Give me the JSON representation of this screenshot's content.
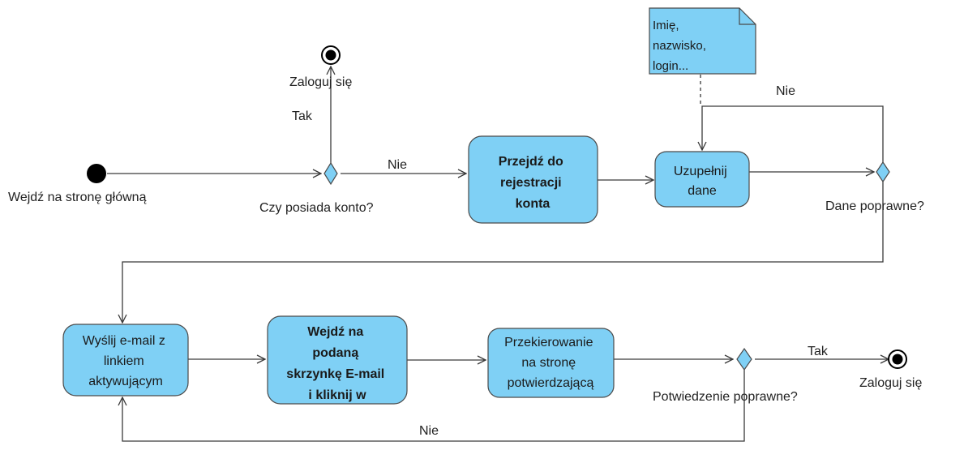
{
  "colors": {
    "activity_fill": "#7fd0f5",
    "activity_stroke": "#4a4a4a",
    "note_fill": "#7fd0f5",
    "line": "#3a3a3a",
    "node": "#000000"
  },
  "nodes": {
    "start": {
      "label": "Wejdź na stronę główną"
    },
    "decision_account": {
      "label": "Czy posiada konto?"
    },
    "end_top": {
      "label": "Zaloguj się"
    },
    "act_register": {
      "lines": [
        "Przejdź do",
        "rejestracji",
        "konta"
      ]
    },
    "act_fill": {
      "lines": [
        "Uzupełnij",
        "dane"
      ]
    },
    "decision_data": {
      "label": "Dane poprawne?"
    },
    "act_send_email": {
      "lines": [
        "Wyślij e-mail z",
        "linkiem",
        "aktywującym"
      ]
    },
    "act_go_inbox": {
      "lines": [
        "Wejdź na",
        "podaną",
        "skrzynkę E-mail",
        "i kliknij w"
      ]
    },
    "act_redirect": {
      "lines": [
        "Przekierowanie",
        "na stronę",
        "potwierdzającą"
      ]
    },
    "decision_confirm": {
      "label": "Potwiedzenie poprawne?"
    },
    "end_bottom": {
      "label": "Zaloguj się"
    },
    "note": {
      "lines": [
        "Imię,",
        "nazwisko,",
        "login..."
      ]
    }
  },
  "edges": {
    "tak_login": "Tak",
    "nie_register": "Nie",
    "nie_retry": "Nie",
    "tak_final": "Tak",
    "nie_resend": "Nie"
  }
}
